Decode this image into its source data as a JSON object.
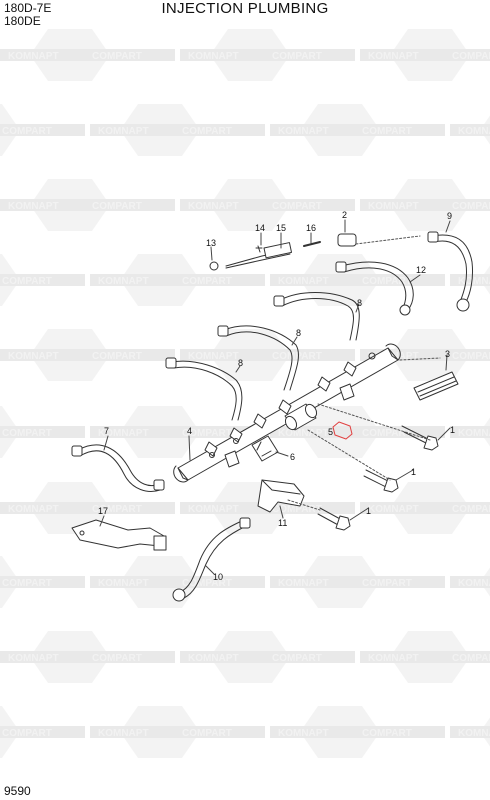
{
  "header": {
    "models": [
      "180D-7E",
      "180DE"
    ],
    "title": "INJECTION PLUMBING"
  },
  "footer": {
    "page_code": "9590"
  },
  "watermark": {
    "brand_left": "KOMNAPT",
    "brand_right": "COMPART",
    "color": "#e9e9e9"
  },
  "colors": {
    "line": "#333333",
    "highlight": "#e04040"
  },
  "callouts": [
    {
      "id": "c1a",
      "label": "1"
    },
    {
      "id": "c1b",
      "label": "1"
    },
    {
      "id": "c1c",
      "label": "1"
    },
    {
      "id": "c2",
      "label": "2"
    },
    {
      "id": "c3",
      "label": "3"
    },
    {
      "id": "c4",
      "label": "4"
    },
    {
      "id": "c5",
      "label": "5"
    },
    {
      "id": "c6",
      "label": "6"
    },
    {
      "id": "c7",
      "label": "7"
    },
    {
      "id": "c8a",
      "label": "8"
    },
    {
      "id": "c8b",
      "label": "8"
    },
    {
      "id": "c8c",
      "label": "8"
    },
    {
      "id": "c9",
      "label": "9"
    },
    {
      "id": "c10",
      "label": "10"
    },
    {
      "id": "c11",
      "label": "11"
    },
    {
      "id": "c12",
      "label": "12"
    },
    {
      "id": "c13",
      "label": "13"
    },
    {
      "id": "c14",
      "label": "14"
    },
    {
      "id": "c15",
      "label": "15"
    },
    {
      "id": "c16",
      "label": "16"
    },
    {
      "id": "c17",
      "label": "17"
    }
  ]
}
